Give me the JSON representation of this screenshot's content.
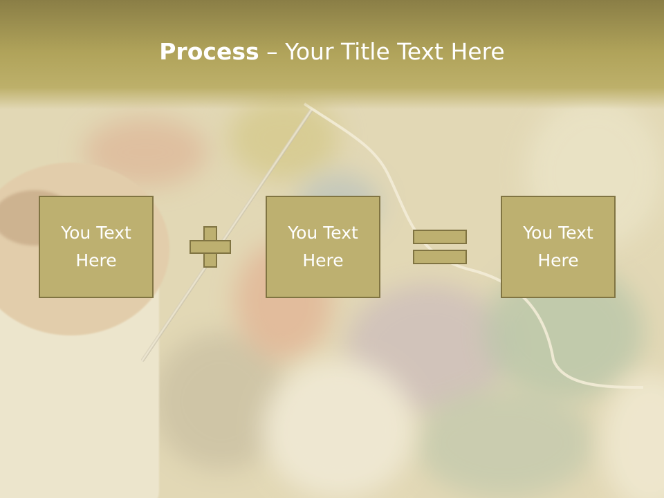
{
  "slide": {
    "title_bold": "Process",
    "title_rest": " – Your Title Text Here"
  },
  "steps": [
    {
      "label": "You Text Here"
    },
    {
      "label": "You Text Here"
    },
    {
      "label": "You Text Here"
    }
  ],
  "operators": [
    "plus-icon",
    "equals-icon"
  ],
  "colors": {
    "title_band": "#b0a35a",
    "box_fill": "#bdb070",
    "box_border": "#807442",
    "text": "#ffffff"
  }
}
